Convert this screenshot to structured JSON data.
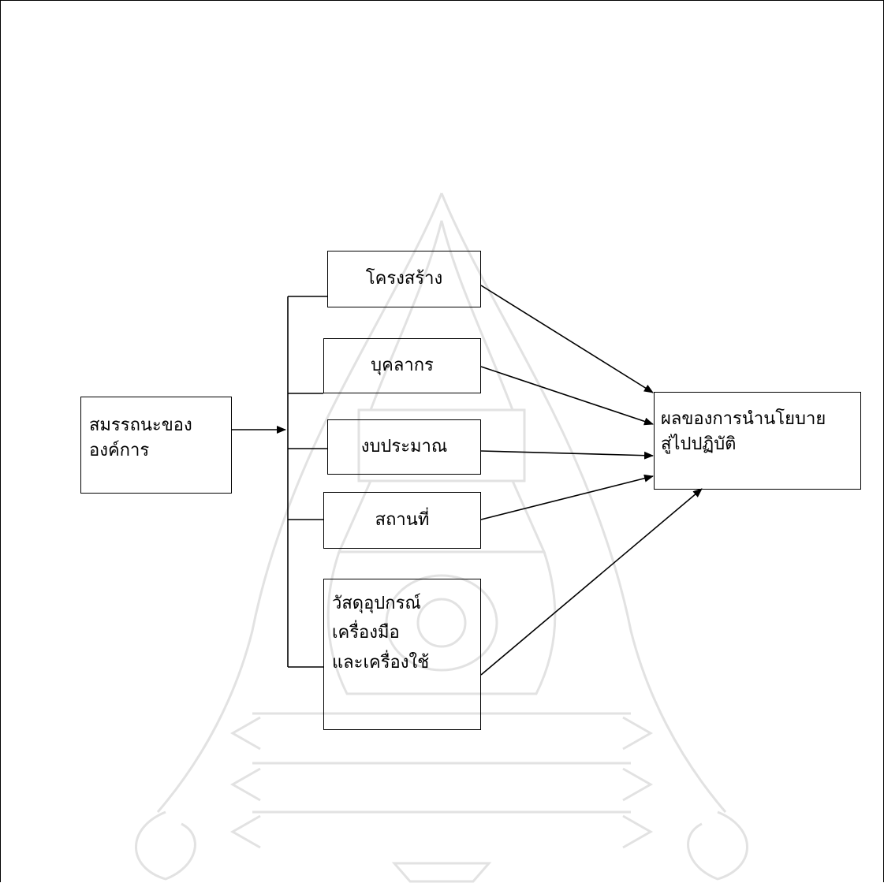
{
  "diagram": {
    "source_box": {
      "line1": "สมรรถนะของ",
      "line2": "องค์การ"
    },
    "components": [
      {
        "id": "structure",
        "lines": [
          "โครงสร้าง"
        ]
      },
      {
        "id": "personnel",
        "lines": [
          "บุคลากร"
        ]
      },
      {
        "id": "budget",
        "lines": [
          "งบประมาณ"
        ]
      },
      {
        "id": "place",
        "lines": [
          "สถานที่"
        ]
      },
      {
        "id": "materials",
        "lines": [
          "วัสดุอุปกรณ์",
          "เครื่องมือ",
          "และเครื่องใช้"
        ]
      }
    ],
    "result_box": {
      "line1": "ผลของการนำนโยบาย",
      "line2": "สู่ไปปฏิบัติ"
    }
  },
  "colors": {
    "line": "#000000",
    "watermark": "#e2e2e2"
  }
}
